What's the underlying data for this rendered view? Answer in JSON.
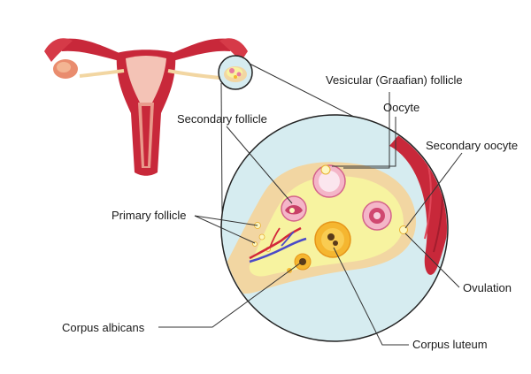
{
  "labels": {
    "graafian": "Vesicular (Graafian) follicle",
    "oocyte": "Oocyte",
    "secondary_follicle": "Secondary follicle",
    "secondary_oocyte": "Secondary oocyte",
    "primary_follicle": "Primary follicle",
    "ovulation": "Ovulation",
    "corpus_albicans": "Corpus albicans",
    "corpus_luteum": "Corpus luteum"
  },
  "colors": {
    "uterus_dark": "#c8283a",
    "uterus_light": "#f4c3b6",
    "ovary_tan": "#f2d6a2",
    "ovary_yellow": "#f7f3a0",
    "zoom_circle_fill": "#d6ecf0",
    "follicle_pink": "#e87ca0",
    "luteum_orange": "#f5b630",
    "leader_line": "#333333"
  }
}
